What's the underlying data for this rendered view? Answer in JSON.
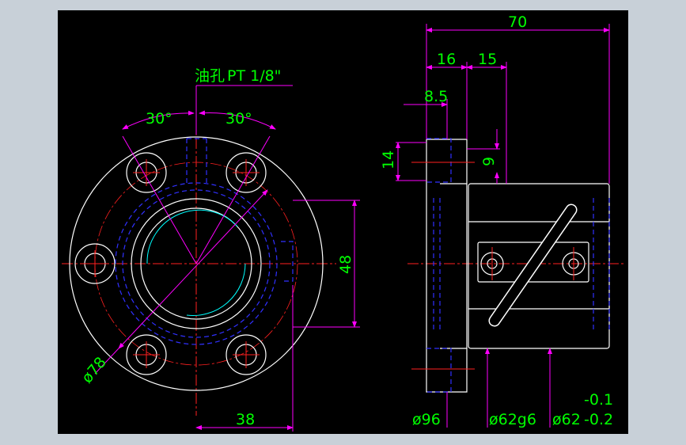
{
  "drawing": {
    "front_view": {
      "oil_hole_label": "油孔",
      "oil_hole_spec": "PT 1/8\"",
      "angle_left": "30°",
      "angle_right": "30°",
      "dim_height": "48",
      "dim_width": "38",
      "dim_diameter": "ø78"
    },
    "side_view": {
      "dim_length": "70",
      "dim_flange": "16",
      "dim_step": "15",
      "dim_half": "8.5",
      "dim_14": "14",
      "dim_9": "9",
      "dim_d96": "ø96",
      "dim_d62g6": "ø62g6",
      "dim_d62": "ø62",
      "tol_upper": "-0.1",
      "tol_lower": "-0.2"
    }
  },
  "colors": {
    "background": "#000000",
    "outline": "#ffffff",
    "dimension": "#ff00ff",
    "text": "#00ff00",
    "hidden": "#3030ff",
    "center": "#ff2020",
    "frame": "#c8d0d8"
  }
}
